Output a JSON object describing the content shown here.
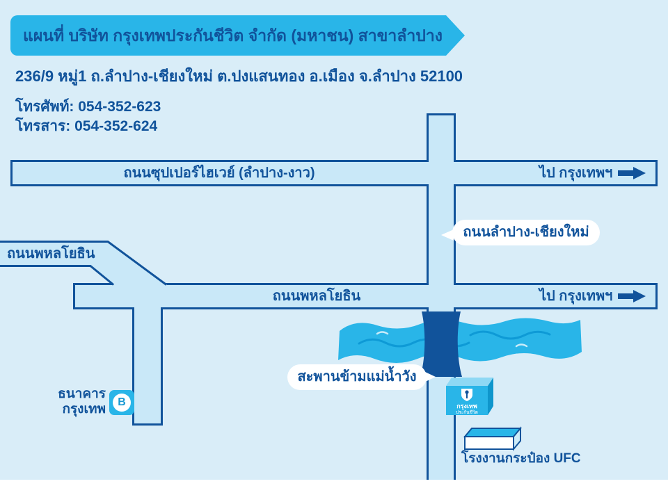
{
  "title_banner": {
    "title": "แผนที่ บริษัท กรุงเทพประกันชีวิต จำกัด (มหาชน) สาขาลำปาง"
  },
  "contact": {
    "address": "236/9 หมู่1 ถ.ลำปาง-เชียงใหม่ ต.ปงแสนทอง อ.เมือง จ.ลำปาง 52100",
    "phone": "โทรศัพท์: 054-352-623",
    "fax": "โทรสาร: 054-352-624"
  },
  "roads": {
    "superhighway_label": "ถนนซุปเปอร์ไฮเวย์ (ลำปาง-งาว)",
    "phahonyothin_west_label": "ถนนพหลโยธิน",
    "phahonyothin_label": "ถนนพหลโยธิน",
    "to_bangkok_top": "ไป กรุงเทพฯ",
    "to_bangkok_bottom": "ไป กรุงเทพฯ"
  },
  "callouts": {
    "lampang_chiangmai_road": "ถนนลำปาง-เชียงใหม่",
    "wang_river_bridge": "สะพานข้ามแม่น้ำวัง"
  },
  "landmarks": {
    "bangkok_bank": {
      "line1": "ธนาคาร",
      "line2": "กรุงเทพ",
      "logo_letter": "B"
    },
    "bangkok_life": {
      "line1": "กรุงเทพ",
      "line2": "ประกันชีวิต"
    },
    "ufc_factory": "โรงงานกระป๋อง UFC"
  },
  "colors": {
    "accent_cyan": "#29b5e8",
    "navy": "#11539b",
    "background_blue": "#d9edf8",
    "road_fill": "#c9e8f8",
    "river_cyan": "#29b5e8"
  }
}
